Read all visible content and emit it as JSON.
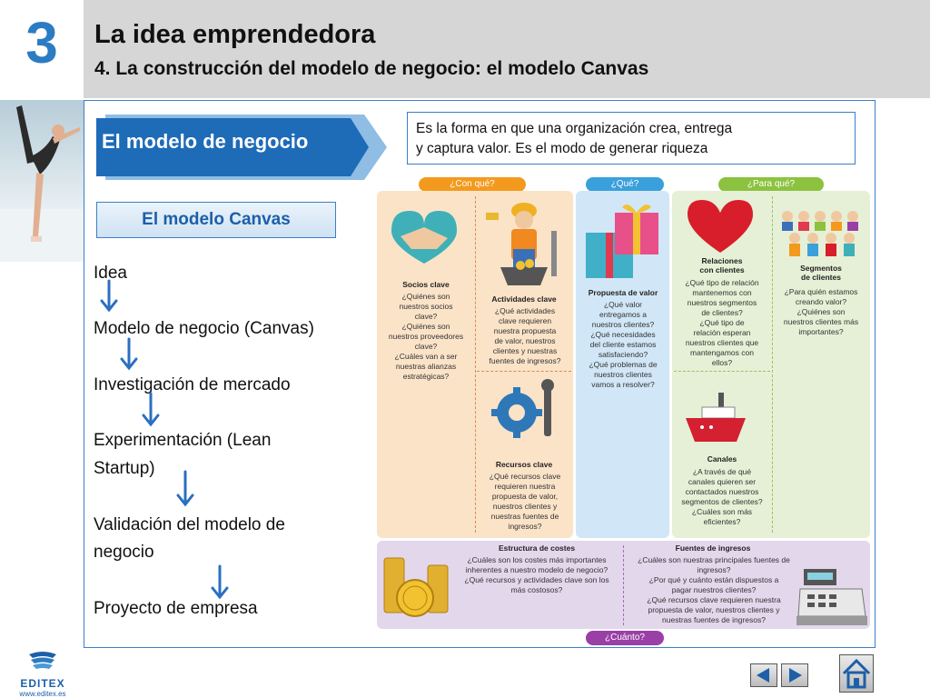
{
  "header": {
    "number": "3",
    "title": "La idea emprendedora",
    "subtitle": "4. La construcción del modelo de negocio: el modelo Canvas"
  },
  "chevron": {
    "label": "El modelo de negocio"
  },
  "definition": {
    "line1": "Es la forma en que una organización crea, entrega",
    "line2": "y captura valor. Es el modo de generar riqueza"
  },
  "canvas_label": "El modelo Canvas",
  "steps": [
    "Idea",
    "Modelo de negocio (Canvas)",
    "Investigación de mercado",
    "Experimentación (Lean",
    "Startup)",
    "Validación del modelo de",
    "negocio",
    "Proyecto de empresa"
  ],
  "canvas": {
    "pills": {
      "con_que": "¿Con qué?",
      "que": "¿Qué?",
      "para_que": "¿Para qué?",
      "cuanto": "¿Cuánto?"
    },
    "socios": {
      "title": "Socios clave",
      "lines": [
        "¿Quiénes son",
        "nuestros socios",
        "clave?",
        "¿Quiénes son",
        "nuestros proveedores",
        "clave?",
        "¿Cuáles van a ser",
        "nuestras alianzas",
        "estratégicas?"
      ]
    },
    "actividades": {
      "title": "Actividades clave",
      "lines": [
        "¿Qué actividades",
        "clave requieren",
        "nuestra propuesta",
        "de valor, nuestros",
        "clientes y nuestras",
        "fuentes de ingresos?"
      ]
    },
    "recursos": {
      "title": "Recursos clave",
      "lines": [
        "¿Qué recursos clave",
        "requieren nuestra",
        "propuesta de valor,",
        "nuestros clientes y",
        "nuestras fuentes de",
        "ingresos?"
      ]
    },
    "propuesta": {
      "title": "Propuesta de valor",
      "lines": [
        "¿Qué valor",
        "entregamos a",
        "nuestros clientes?",
        "¿Qué necesidades",
        "del cliente estamos",
        "satisfaciendo?",
        "¿Qué problemas de",
        "nuestros clientes",
        "vamos a resolver?"
      ]
    },
    "relaciones": {
      "title1": "Relaciones",
      "title2": "con clientes",
      "lines": [
        "¿Qué tipo de relación",
        "mantenemos con",
        "nuestros segmentos",
        "de clientes?",
        "¿Qué tipo de",
        "relación esperan",
        "nuestros clientes que",
        "mantengamos con",
        "ellos?"
      ]
    },
    "canales": {
      "title": "Canales",
      "lines": [
        "¿A través de qué",
        "canales quieren ser",
        "contactados nuestros",
        "segmentos de clientes?",
        "¿Cuáles son más",
        "eficientes?"
      ]
    },
    "segmentos": {
      "title1": "Segmentos",
      "title2": "de clientes",
      "lines": [
        "¿Para quién estamos",
        "creando valor?",
        "¿Quiénes son",
        "nuestros clientes más",
        "importantes?"
      ]
    },
    "costes": {
      "title": "Estructura de costes",
      "lines": [
        "¿Cuáles son los costes más importantes",
        "inherentes a nuestro modelo de negocio?",
        "¿Qué recursos y actividades clave son los",
        "más costosos?"
      ]
    },
    "ingresos": {
      "title": "Fuentes de ingresos",
      "lines": [
        "¿Cuáles son nuestras principales fuentes de ingresos?",
        "¿Por qué y cuánto están dispuestos a",
        "pagar nuestros clientes?",
        "¿Qué recursos clave requieren nuestra",
        "propuesta de valor, nuestros clientes y",
        "nuestras fuentes de ingresos?"
      ]
    }
  },
  "footer": {
    "brand": "EDITEX",
    "url": "www.editex.es"
  },
  "colors": {
    "accent": "#2b7cc2",
    "orange": "#f39a1e",
    "blue_pill": "#3aa0dc",
    "green": "#8cc23f",
    "purple": "#9a3fa6"
  }
}
